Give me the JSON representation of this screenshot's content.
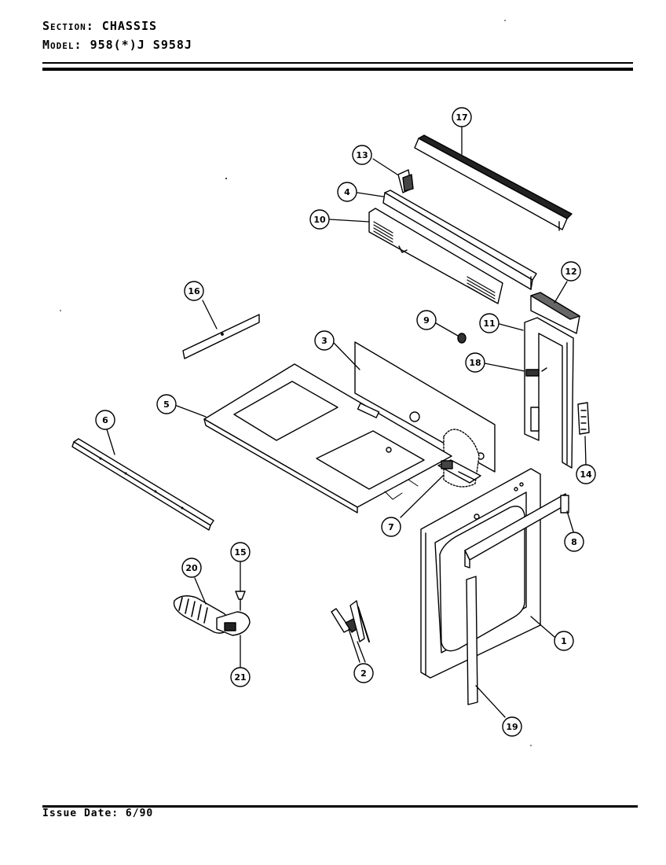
{
  "header": {
    "section_key": "Section:",
    "section_value": "CHASSIS",
    "model_key": "Model:",
    "model_value": "958(*)J  S958J"
  },
  "footer": {
    "issue_date": "Issue Date: 6/90"
  },
  "callouts": [
    "1",
    "2",
    "3",
    "4",
    "5",
    "6",
    "7",
    "8",
    "9",
    "10",
    "11",
    "12",
    "13",
    "14",
    "15",
    "16",
    "17",
    "18",
    "19",
    "20",
    "21"
  ]
}
